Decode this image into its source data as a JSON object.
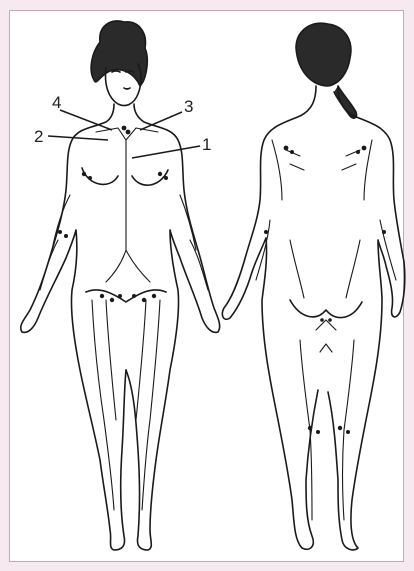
{
  "diagram": {
    "callouts": [
      {
        "id": "1",
        "text": "1"
      },
      {
        "id": "2",
        "text": "2"
      },
      {
        "id": "3",
        "text": "3"
      },
      {
        "id": "4",
        "text": "4"
      }
    ],
    "views": [
      "front",
      "back"
    ]
  },
  "colors": {
    "page_background": "#f6e9ef",
    "panel_background": "#ffffff",
    "panel_border": "#c8a8b6",
    "line": "#1a1a1a"
  }
}
